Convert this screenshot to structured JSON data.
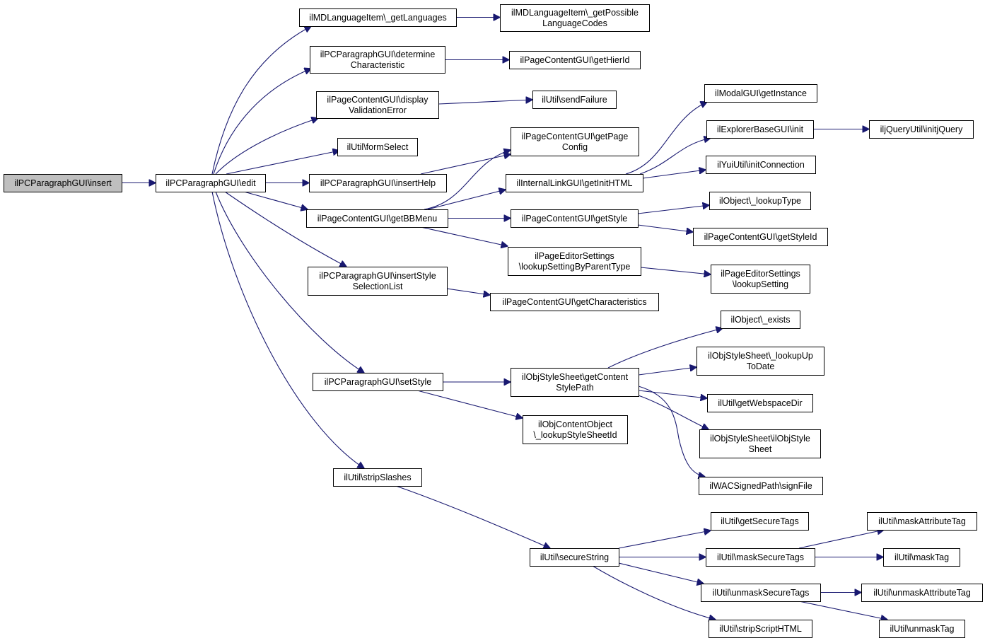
{
  "nodes": [
    {
      "id": "insert",
      "lines": [
        "ilPCParagraphGUI\\insert"
      ],
      "root": true
    },
    {
      "id": "edit",
      "lines": [
        "ilPCParagraphGUI\\edit"
      ]
    },
    {
      "id": "getLanguages",
      "lines": [
        "ilMDLanguageItem\\_getLanguages"
      ]
    },
    {
      "id": "getPossibleLanguageCodes",
      "lines": [
        "ilMDLanguageItem\\_getPossible",
        "LanguageCodes"
      ]
    },
    {
      "id": "determineCharacteristic",
      "lines": [
        "ilPCParagraphGUI\\determine",
        "Characteristic"
      ]
    },
    {
      "id": "getHierId",
      "lines": [
        "ilPageContentGUI\\getHierId"
      ]
    },
    {
      "id": "displayValidationError",
      "lines": [
        "ilPageContentGUI\\display",
        "ValidationError"
      ]
    },
    {
      "id": "sendFailure",
      "lines": [
        "ilUtil\\sendFailure"
      ]
    },
    {
      "id": "formSelect",
      "lines": [
        "ilUtil\\formSelect"
      ]
    },
    {
      "id": "insertHelp",
      "lines": [
        "ilPCParagraphGUI\\insertHelp"
      ]
    },
    {
      "id": "getPageConfig",
      "lines": [
        "ilPageContentGUI\\getPage",
        "Config"
      ]
    },
    {
      "id": "getBBMenu",
      "lines": [
        "ilPageContentGUI\\getBBMenu"
      ]
    },
    {
      "id": "getInitHTML",
      "lines": [
        "ilInternalLinkGUI\\getInitHTML"
      ]
    },
    {
      "id": "getInstance",
      "lines": [
        "ilModalGUI\\getInstance"
      ]
    },
    {
      "id": "explorerInit",
      "lines": [
        "ilExplorerBaseGUI\\init"
      ]
    },
    {
      "id": "initjQuery",
      "lines": [
        "iljQueryUtil\\initjQuery"
      ]
    },
    {
      "id": "initConnection",
      "lines": [
        "ilYuiUtil\\initConnection"
      ]
    },
    {
      "id": "getStyle",
      "lines": [
        "ilPageContentGUI\\getStyle"
      ]
    },
    {
      "id": "lookupType",
      "lines": [
        "ilObject\\_lookupType"
      ]
    },
    {
      "id": "getStyleId",
      "lines": [
        "ilPageContentGUI\\getStyleId"
      ]
    },
    {
      "id": "lookupSettingByParentType",
      "lines": [
        "ilPageEditorSettings",
        "\\lookupSettingByParentType"
      ]
    },
    {
      "id": "lookupSetting",
      "lines": [
        "ilPageEditorSettings",
        "\\lookupSetting"
      ]
    },
    {
      "id": "insertStyleSelectionList",
      "lines": [
        "ilPCParagraphGUI\\insertStyle",
        "SelectionList"
      ]
    },
    {
      "id": "getCharacteristics",
      "lines": [
        "ilPageContentGUI\\getCharacteristics"
      ]
    },
    {
      "id": "exists",
      "lines": [
        "ilObject\\_exists"
      ]
    },
    {
      "id": "lookupUpToDate",
      "lines": [
        "ilObjStyleSheet\\_lookupUp",
        "ToDate"
      ]
    },
    {
      "id": "setStyle",
      "lines": [
        "ilPCParagraphGUI\\setStyle"
      ]
    },
    {
      "id": "getContentStylePath",
      "lines": [
        "ilObjStyleSheet\\getContent",
        "StylePath"
      ]
    },
    {
      "id": "getWebspaceDir",
      "lines": [
        "ilUtil\\getWebspaceDir"
      ]
    },
    {
      "id": "lookupStyleSheetId",
      "lines": [
        "ilObjContentObject",
        "\\_lookupStyleSheetId"
      ]
    },
    {
      "id": "ilObjStyleSheet",
      "lines": [
        "ilObjStyleSheet\\ilObjStyle",
        "Sheet"
      ]
    },
    {
      "id": "stripSlashes",
      "lines": [
        "ilUtil\\stripSlashes"
      ]
    },
    {
      "id": "signFile",
      "lines": [
        "ilWACSignedPath\\signFile"
      ]
    },
    {
      "id": "getSecureTags",
      "lines": [
        "ilUtil\\getSecureTags"
      ]
    },
    {
      "id": "maskAttributeTag",
      "lines": [
        "ilUtil\\maskAttributeTag"
      ]
    },
    {
      "id": "secureString",
      "lines": [
        "ilUtil\\secureString"
      ]
    },
    {
      "id": "maskSecureTags",
      "lines": [
        "ilUtil\\maskSecureTags"
      ]
    },
    {
      "id": "maskTag",
      "lines": [
        "ilUtil\\maskTag"
      ]
    },
    {
      "id": "unmaskSecureTags",
      "lines": [
        "ilUtil\\unmaskSecureTags"
      ]
    },
    {
      "id": "unmaskAttributeTag",
      "lines": [
        "ilUtil\\unmaskAttributeTag"
      ]
    },
    {
      "id": "stripScriptHTML",
      "lines": [
        "ilUtil\\stripScriptHTML"
      ]
    },
    {
      "id": "unmaskTag",
      "lines": [
        "ilUtil\\unmaskTag"
      ]
    }
  ],
  "edges": [
    [
      "insert",
      "edit"
    ],
    [
      "edit",
      "getLanguages"
    ],
    [
      "edit",
      "determineCharacteristic"
    ],
    [
      "edit",
      "displayValidationError"
    ],
    [
      "edit",
      "formSelect"
    ],
    [
      "edit",
      "insertHelp"
    ],
    [
      "edit",
      "getBBMenu"
    ],
    [
      "edit",
      "insertStyleSelectionList"
    ],
    [
      "edit",
      "setStyle"
    ],
    [
      "edit",
      "stripSlashes"
    ],
    [
      "getLanguages",
      "getPossibleLanguageCodes"
    ],
    [
      "determineCharacteristic",
      "getHierId"
    ],
    [
      "displayValidationError",
      "sendFailure"
    ],
    [
      "insertHelp",
      "getPageConfig"
    ],
    [
      "getBBMenu",
      "getPageConfig"
    ],
    [
      "getBBMenu",
      "getInitHTML"
    ],
    [
      "getBBMenu",
      "getStyle"
    ],
    [
      "getBBMenu",
      "lookupSettingByParentType"
    ],
    [
      "getInitHTML",
      "getInstance"
    ],
    [
      "getInitHTML",
      "explorerInit"
    ],
    [
      "getInitHTML",
      "initConnection"
    ],
    [
      "explorerInit",
      "initjQuery"
    ],
    [
      "getStyle",
      "lookupType"
    ],
    [
      "getStyle",
      "getStyleId"
    ],
    [
      "lookupSettingByParentType",
      "lookupSetting"
    ],
    [
      "insertStyleSelectionList",
      "getCharacteristics"
    ],
    [
      "setStyle",
      "getContentStylePath"
    ],
    [
      "setStyle",
      "lookupStyleSheetId"
    ],
    [
      "getContentStylePath",
      "exists"
    ],
    [
      "getContentStylePath",
      "lookupUpToDate"
    ],
    [
      "getContentStylePath",
      "getWebspaceDir"
    ],
    [
      "getContentStylePath",
      "ilObjStyleSheet"
    ],
    [
      "getContentStylePath",
      "signFile"
    ],
    [
      "stripSlashes",
      "secureString"
    ],
    [
      "secureString",
      "getSecureTags"
    ],
    [
      "secureString",
      "maskSecureTags"
    ],
    [
      "secureString",
      "unmaskSecureTags"
    ],
    [
      "secureString",
      "stripScriptHTML"
    ],
    [
      "maskSecureTags",
      "maskAttributeTag"
    ],
    [
      "maskSecureTags",
      "maskTag"
    ],
    [
      "unmaskSecureTags",
      "unmaskAttributeTag"
    ],
    [
      "unmaskSecureTags",
      "unmaskTag"
    ]
  ],
  "colors": {
    "edge": "#191970",
    "node_border": "#000000",
    "node_fill": "#ffffff",
    "root_fill": "#bfbfbf"
  }
}
